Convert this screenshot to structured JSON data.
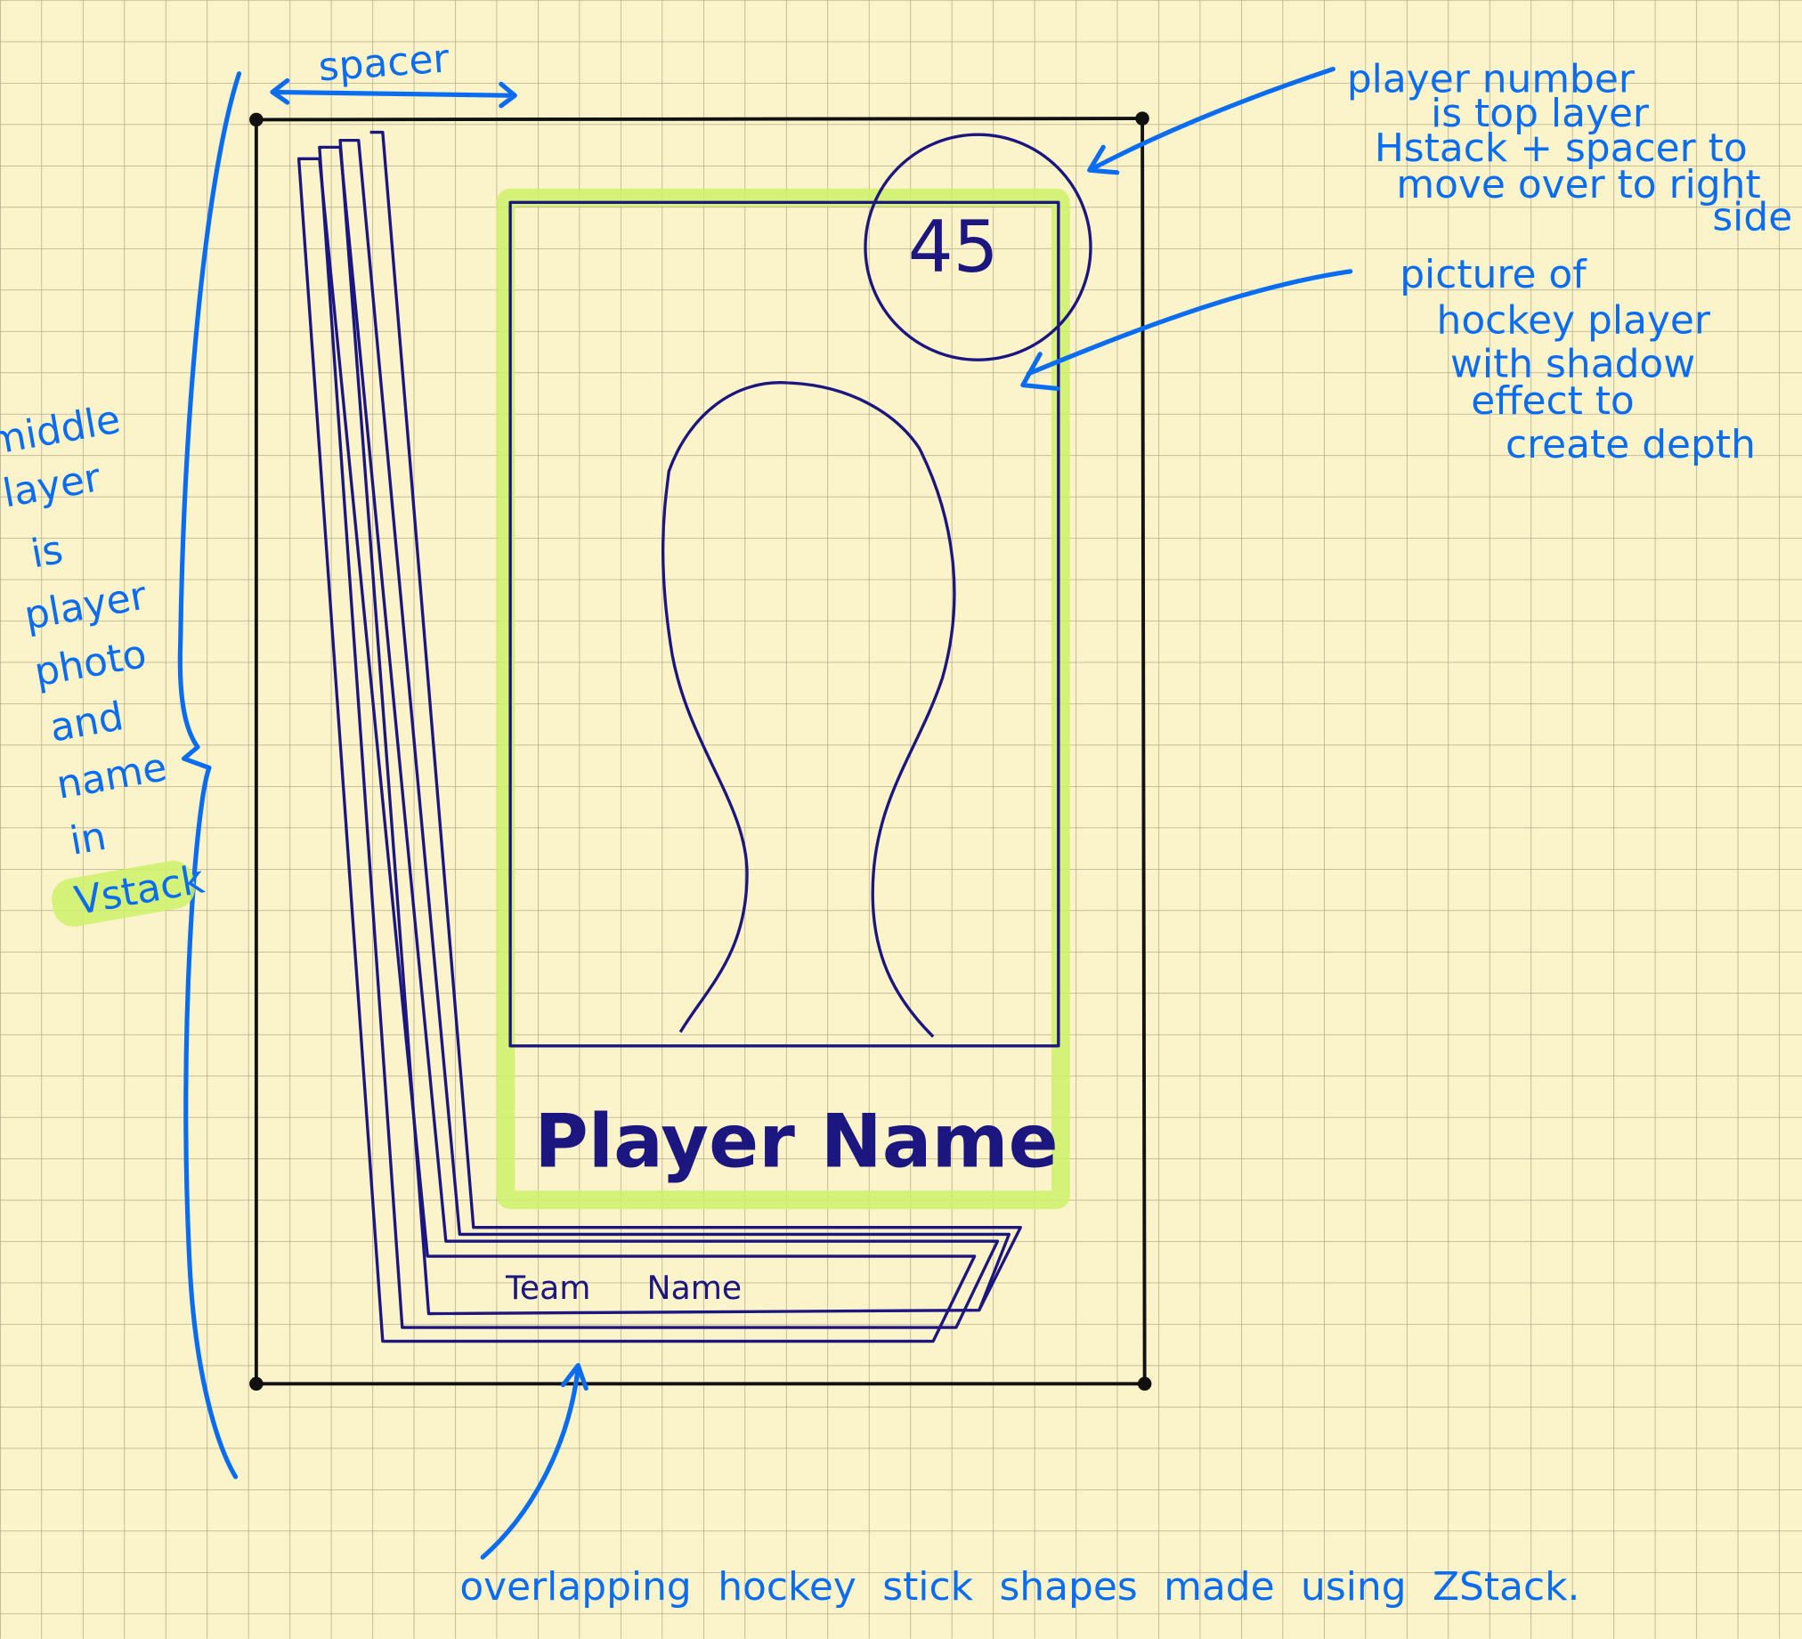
{
  "colors": {
    "paper": "#fbf3c9",
    "grid": "#a79f82",
    "annotation": "#0a6cf0",
    "sketch": "#1b1680",
    "highlight": "#cdf06a"
  },
  "card": {
    "player_number": "45",
    "player_name": "Player Name",
    "team_name": "Team Name"
  },
  "annotations": {
    "spacer": "spacer",
    "top_right": [
      "player number",
      "is top layer",
      "Hstack + spacer to",
      "move over to right",
      "side"
    ],
    "picture_note": [
      "picture of",
      "hockey player",
      "with shadow",
      "effect to",
      "create depth"
    ],
    "left_note": [
      "middle",
      "layer",
      "is",
      "player",
      "photo",
      "and",
      "name",
      "in",
      "Vstack"
    ],
    "bottom_note": "overlapping hockey stick shapes made using ZStack."
  }
}
